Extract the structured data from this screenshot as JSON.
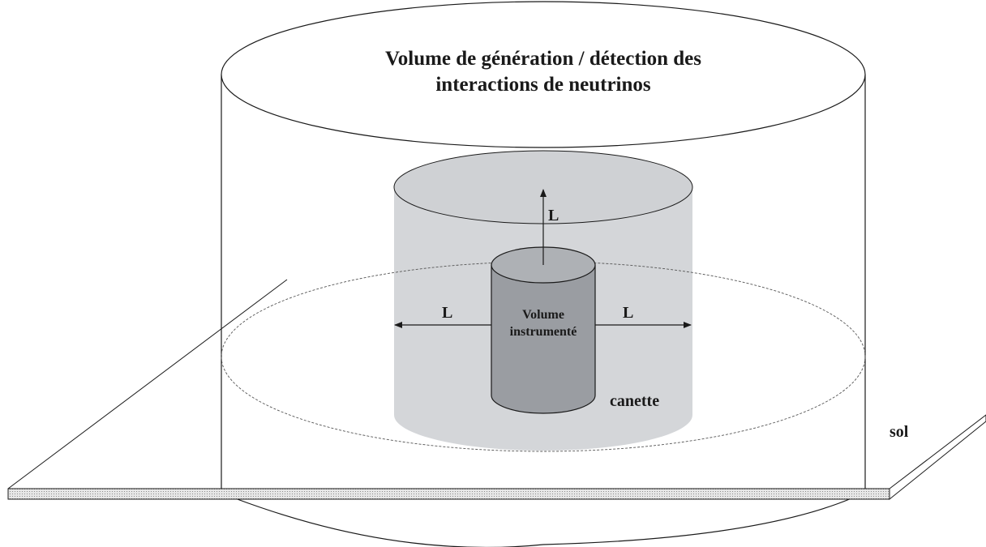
{
  "diagram": {
    "title_line1": "Volume de génération / détection des",
    "title_line2": "interactions de neutrinos",
    "label_L_up": "L",
    "label_L_left": "L",
    "label_L_right": "L",
    "inner_line1": "Volume",
    "inner_line2": "instrumenté",
    "can_label": "canette",
    "ground_label": "sol"
  },
  "colors": {
    "can_fill": "#d4d6d9",
    "can_top_fill": "#cfd1d4",
    "instrumented_body": "#9a9da2",
    "instrumented_top": "#aeb1b5",
    "ground_fill": "#d8d8d8",
    "stroke": "#1a1a1a"
  }
}
